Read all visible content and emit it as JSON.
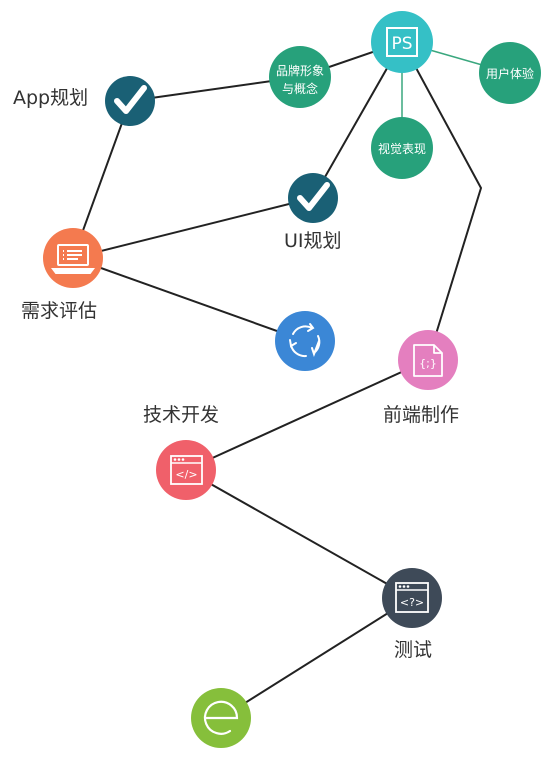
{
  "colors": {
    "dark_teal": "#1a6075",
    "orange": "#f47a4f",
    "cyan": "#35c0c6",
    "green": "#27a17b",
    "blue": "#3b87d6",
    "pink": "#e47fbf",
    "red": "#f0606a",
    "slate": "#3e4a58",
    "lime": "#86bf3b",
    "line": "#222222",
    "green_line": "#3aa77e"
  },
  "labels": {
    "app_plan": "App规划",
    "ui_plan": "UI规划",
    "requirement_eval": "需求评估",
    "tech_dev": "技术开发",
    "frontend": "前端制作",
    "testing": "测试"
  },
  "nodes": {
    "ps": "PS",
    "brand_line1": "品牌形象",
    "brand_line2": "与概念",
    "user_exp": "用户体验",
    "visual": "视觉表现",
    "frontend_icon": "{;}",
    "dev_icon": "</>",
    "test_icon": "<?>"
  },
  "icons": {
    "app_plan": "check-icon",
    "ui_plan": "check-icon",
    "requirement_eval": "laptop-icon",
    "refresh": "refresh-icon",
    "frontend": "document-code-icon",
    "tech_dev": "browser-code-icon",
    "testing": "browser-question-icon",
    "finish": "e-icon"
  }
}
